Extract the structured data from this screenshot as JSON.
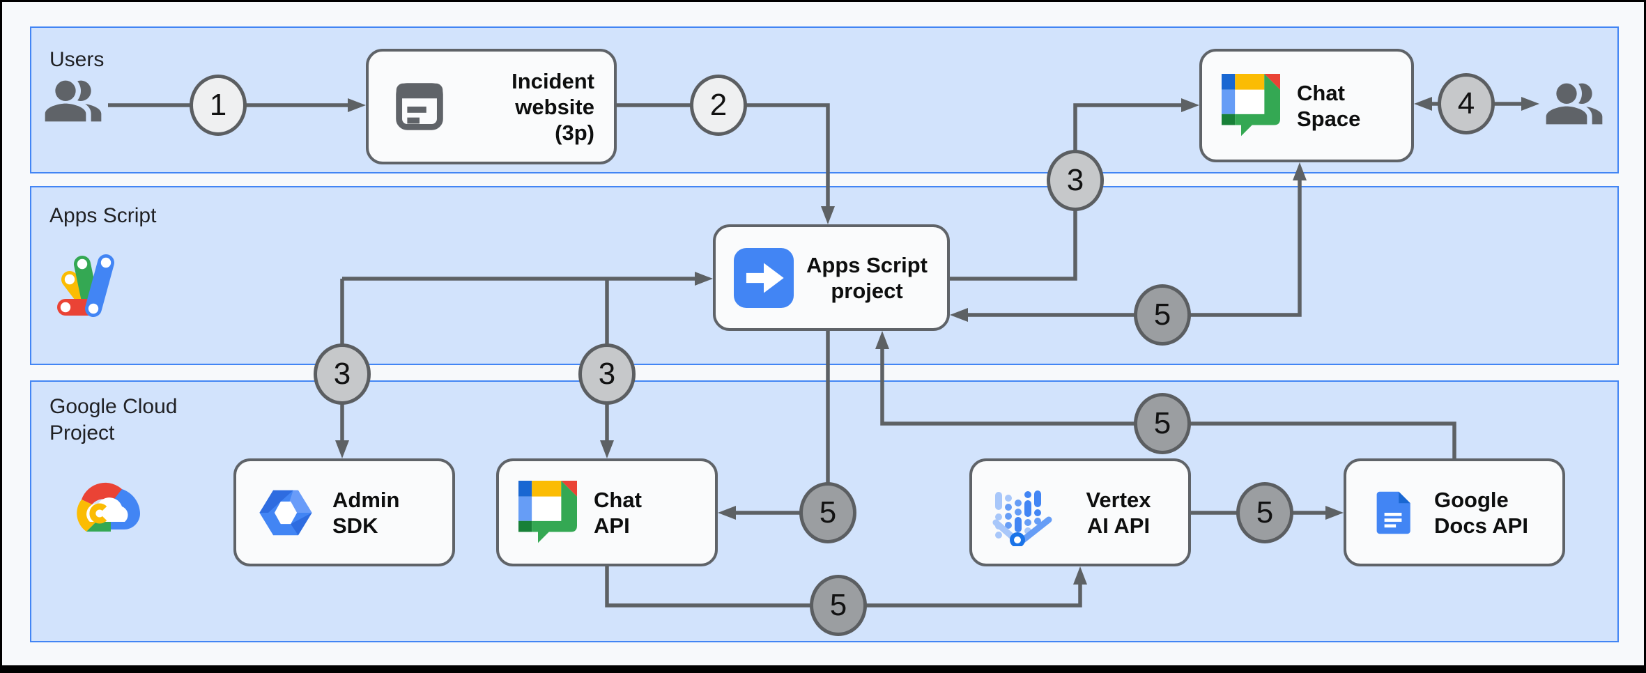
{
  "bands": {
    "users": {
      "label": "Users",
      "icon": "users-people-icon"
    },
    "apps_script": {
      "label": "Apps Script",
      "icon": "apps-script-icon"
    },
    "gcp": {
      "label": "Google Cloud Project",
      "icon": "google-cloud-icon"
    }
  },
  "nodes": {
    "incident_website": {
      "lines": [
        "Incident",
        "website",
        "(3p)"
      ],
      "icon": "incident-website-icon"
    },
    "chat_space": {
      "lines": [
        "Chat",
        "Space"
      ],
      "icon": "google-chat-icon"
    },
    "apps_script_project": {
      "lines": [
        "Apps Script",
        "project"
      ],
      "icon": "apps-script-project-icon"
    },
    "admin_sdk": {
      "lines": [
        "Admin",
        "SDK"
      ],
      "icon": "admin-sdk-icon"
    },
    "chat_api": {
      "lines": [
        "Chat",
        "API"
      ],
      "icon": "google-chat-icon"
    },
    "vertex_ai_api": {
      "lines": [
        "Vertex",
        "AI API"
      ],
      "icon": "vertex-ai-icon"
    },
    "google_docs_api": {
      "lines": [
        "Google",
        "Docs API"
      ],
      "icon": "google-docs-icon"
    }
  },
  "actors": {
    "left": {
      "icon": "users-people-icon"
    },
    "right": {
      "icon": "users-people-icon"
    }
  },
  "badges": [
    {
      "id": "step-1",
      "label": "1",
      "tone": "light"
    },
    {
      "id": "step-2",
      "label": "2",
      "tone": "light"
    },
    {
      "id": "step-3-to-chat-space",
      "label": "3",
      "tone": "mid"
    },
    {
      "id": "step-3-to-admin-sdk",
      "label": "3",
      "tone": "mid"
    },
    {
      "id": "step-3-to-chat-api",
      "label": "3",
      "tone": "mid"
    },
    {
      "id": "step-4",
      "label": "4",
      "tone": "mid"
    },
    {
      "id": "step-5-chat-space-to-project",
      "label": "5",
      "tone": "dark"
    },
    {
      "id": "step-5-project-to-chat-api",
      "label": "5",
      "tone": "dark"
    },
    {
      "id": "step-5-chat-api-to-vertex",
      "label": "5",
      "tone": "dark"
    },
    {
      "id": "step-5-vertex-to-docs",
      "label": "5",
      "tone": "dark"
    },
    {
      "id": "step-5-docs-to-project",
      "label": "5",
      "tone": "dark"
    }
  ],
  "colors": {
    "band_fill": "#d2e3fc",
    "band_border": "#4285f4",
    "node_fill": "#fafbfc",
    "node_border": "#5f6368",
    "connector": "#5d6164",
    "badge_light": "#eff0f1",
    "badge_mid": "#c6c8ca",
    "badge_dark": "#9b9ea1",
    "icon_gray": "#5f6368",
    "google_blue": "#4285f4",
    "google_red": "#ea4335",
    "google_yellow": "#fbbc04",
    "google_green": "#34a853"
  }
}
